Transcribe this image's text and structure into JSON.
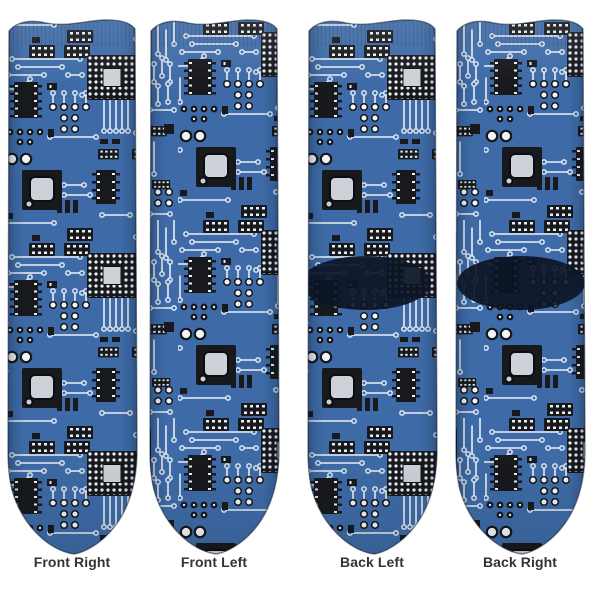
{
  "page": {
    "background": "#ffffff"
  },
  "colors": {
    "page_bg": "#ffffff",
    "board_blue": "#3e6ba7",
    "trace_white": "#eaeff5",
    "component_black": "#17191c",
    "pad_gray": "#ccd2d8",
    "heel_navy": "#0c1526",
    "label_text": "#333333"
  },
  "pattern": {
    "name": "circuit-board"
  },
  "socks": [
    {
      "id": "front-right",
      "label": "Front Right",
      "view": "front",
      "heel_patch": false
    },
    {
      "id": "front-left",
      "label": "Front Left",
      "view": "front",
      "heel_patch": false
    },
    {
      "id": "back-left",
      "label": "Back Left",
      "view": "back",
      "heel_patch": true
    },
    {
      "id": "back-right",
      "label": "Back Right",
      "view": "back",
      "heel_patch": true
    }
  ]
}
